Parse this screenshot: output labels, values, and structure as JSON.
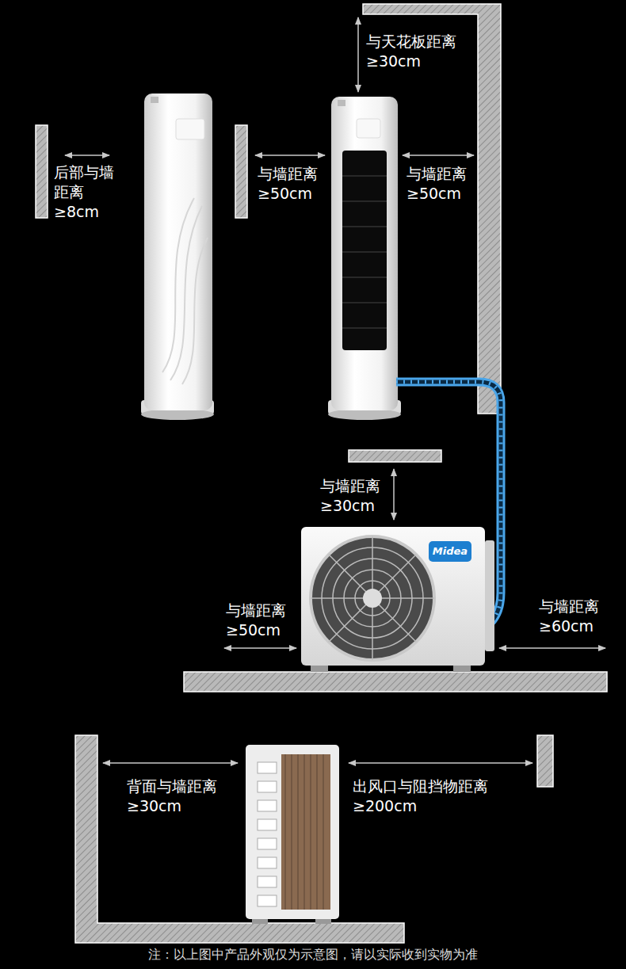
{
  "diagram": {
    "caption": "注：以上图中产品外观仅为示意图，请以实际收到实物为准",
    "labels": [
      "后部与墙 距离≥8cm",
      "与天花板距离 ≥30cm",
      "与墙距离 ≥50cm",
      "与墙距离 ≥50cm",
      "与墙距离 ≥30cm",
      "Midea",
      "与墙距离 ≥50cm",
      "与墙距离 ≥60cm",
      "背面与墙距离 ≥30cm",
      "出风口与阻挡物距离 ≥200cm"
    ]
  }
}
